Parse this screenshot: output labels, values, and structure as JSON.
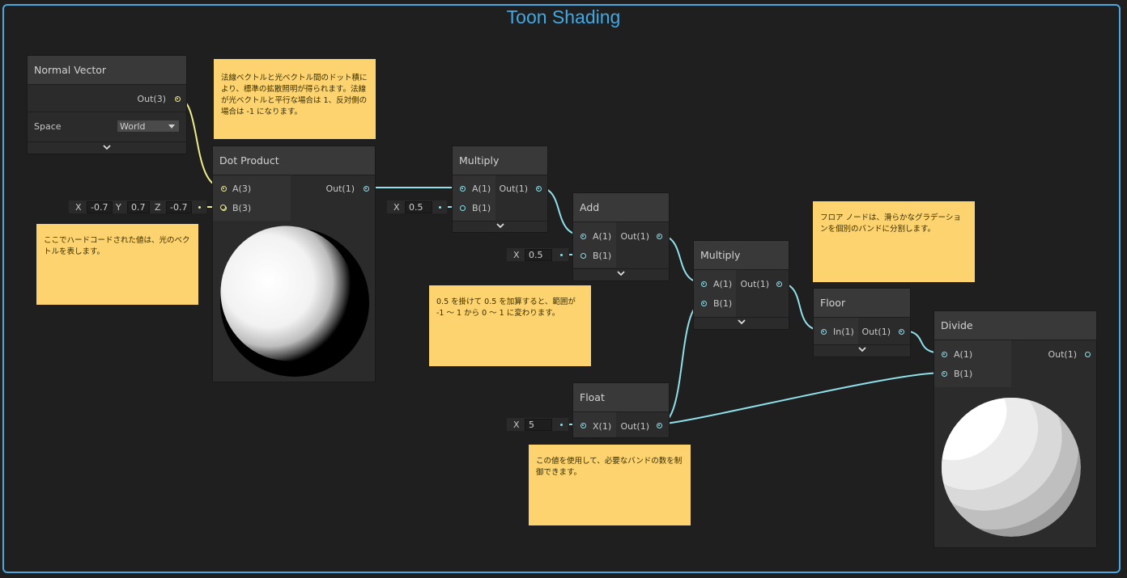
{
  "graph": {
    "title": "Toon Shading"
  },
  "nodes": {
    "normal_vector": {
      "title": "Normal Vector",
      "out": "Out(3)",
      "space_label": "Space",
      "space_value": "World"
    },
    "dot_product": {
      "title": "Dot Product",
      "in_a": "A(3)",
      "in_b": "B(3)",
      "out": "Out(1)"
    },
    "multiply1": {
      "title": "Multiply",
      "in_a": "A(1)",
      "in_b": "B(1)",
      "out": "Out(1)"
    },
    "add": {
      "title": "Add",
      "in_a": "A(1)",
      "in_b": "B(1)",
      "out": "Out(1)"
    },
    "multiply2": {
      "title": "Multiply",
      "in_a": "A(1)",
      "in_b": "B(1)",
      "out": "Out(1)"
    },
    "floor": {
      "title": "Floor",
      "in": "In(1)",
      "out": "Out(1)"
    },
    "divide": {
      "title": "Divide",
      "in_a": "A(1)",
      "in_b": "B(1)",
      "out": "Out(1)"
    },
    "float": {
      "title": "Float",
      "in": "X(1)",
      "out": "Out(1)"
    }
  },
  "fields": {
    "light_vec": {
      "x_label": "X",
      "x": "-0.7",
      "y_label": "Y",
      "y": "0.7",
      "z_label": "Z",
      "z": "-0.7"
    },
    "mul1_b": {
      "x_label": "X",
      "x": "0.5"
    },
    "add_b": {
      "x_label": "X",
      "x": "0.5"
    },
    "float_x": {
      "x_label": "X",
      "x": "5"
    }
  },
  "notes": {
    "dot": "法線ベクトルと光ベクトル間のドット積により、標準の拡散照明が得られます。法線が光ベクトルと平行な場合は 1、反対側の場合は -1 になります。",
    "light": "ここでハードコードされた値は、光のベクトルを表します。",
    "range": "0.5 を掛けて 0.5 を加算すると、範囲が -1 ～ 1 から 0 ～ 1 に変わります。",
    "floor": "フロア ノードは、滑らかなグラデーションを個別のバンドに分割します。",
    "bands": "この値を使用して、必要なバンドの数を制御できます。"
  },
  "colors": {
    "frame": "#4aa8e0",
    "title": "#3fa9e6",
    "wire_vec3": "#ecec8a",
    "wire_float": "#8fe0ea",
    "note": "#fcd36f"
  }
}
